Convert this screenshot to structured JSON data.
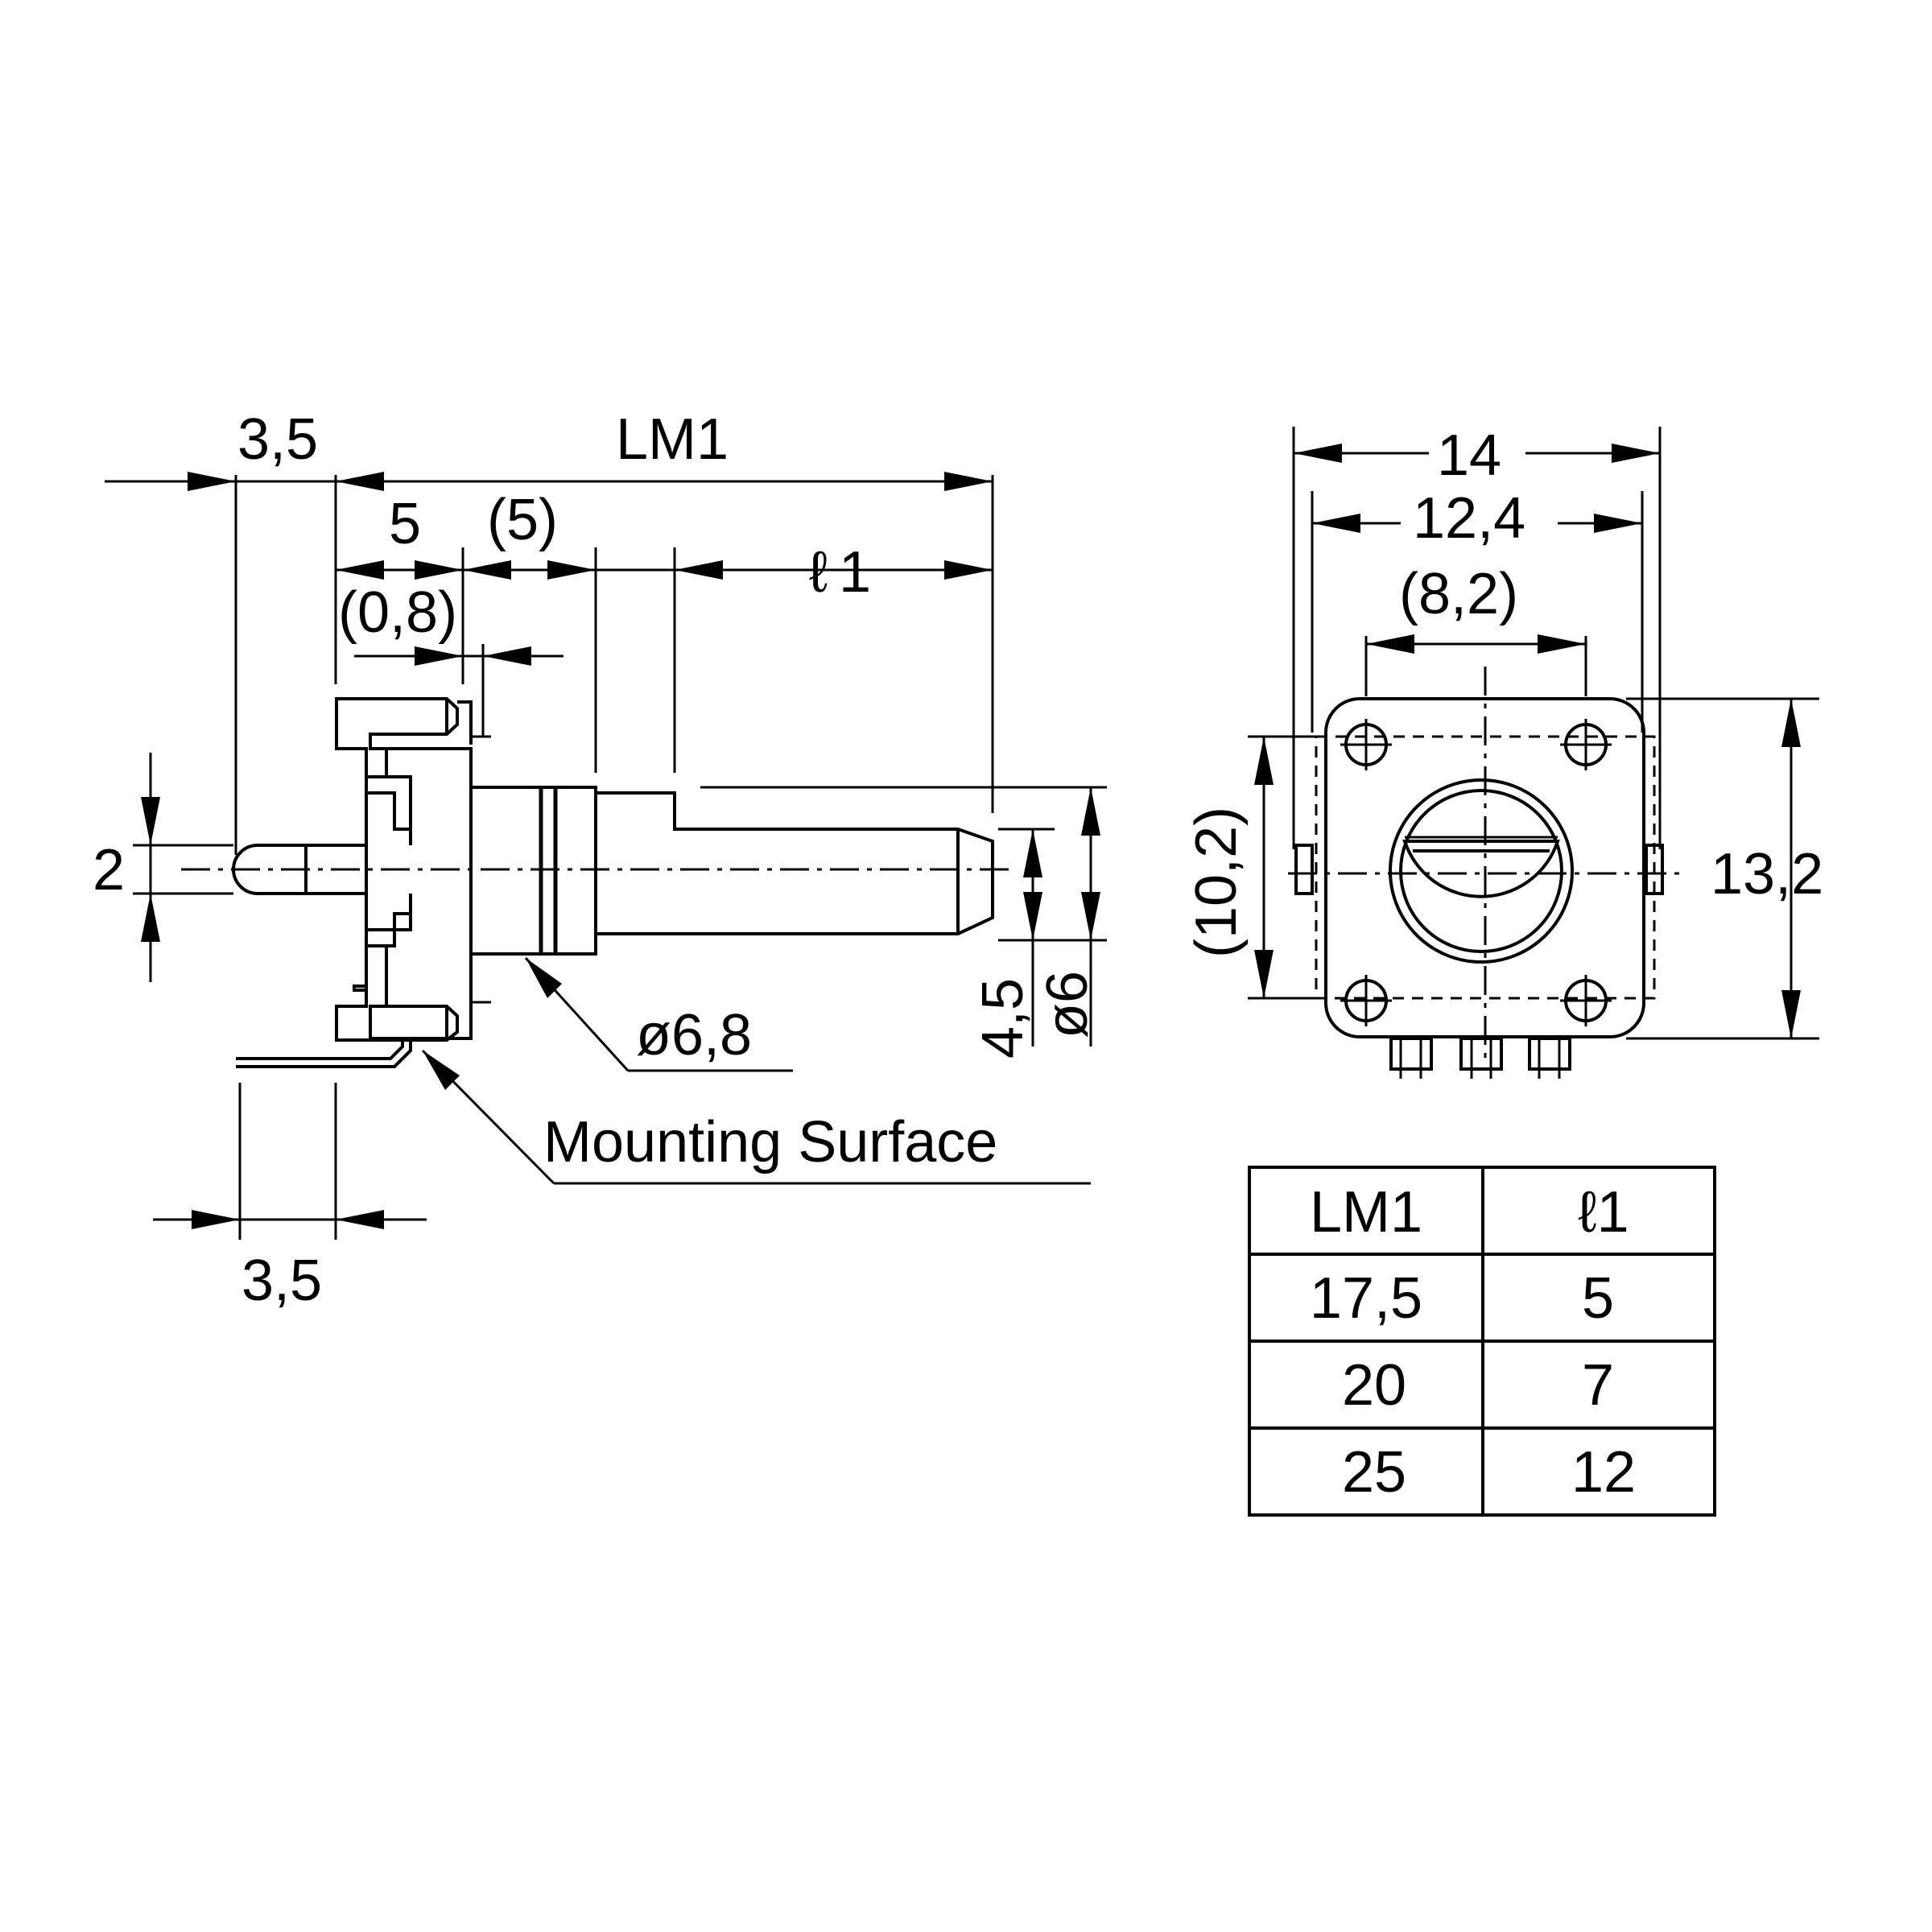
{
  "dimensions": {
    "pin_offset_top": "3,5",
    "lm1": "LM1",
    "five": "5",
    "five_paren": "(5)",
    "zero_eight": "(0,8)",
    "l1": "ℓ",
    "l1_num": "1",
    "two": "2",
    "dia_6_8": "ø6,8",
    "four_five": "4,5",
    "dia_6": "ø6",
    "mounting_surface": "Mounting Surface",
    "pin_spacing_bottom": "3,5",
    "width_14": "14",
    "width_12_4": "12,4",
    "width_8_2": "(8,2)",
    "height_10_2": "(10,2)",
    "height_13_2": "13,2"
  },
  "table": {
    "headers": [
      "LM1",
      "ℓ1"
    ],
    "rows": [
      [
        "17,5",
        "5"
      ],
      [
        "20",
        "7"
      ],
      [
        "25",
        "12"
      ]
    ]
  }
}
